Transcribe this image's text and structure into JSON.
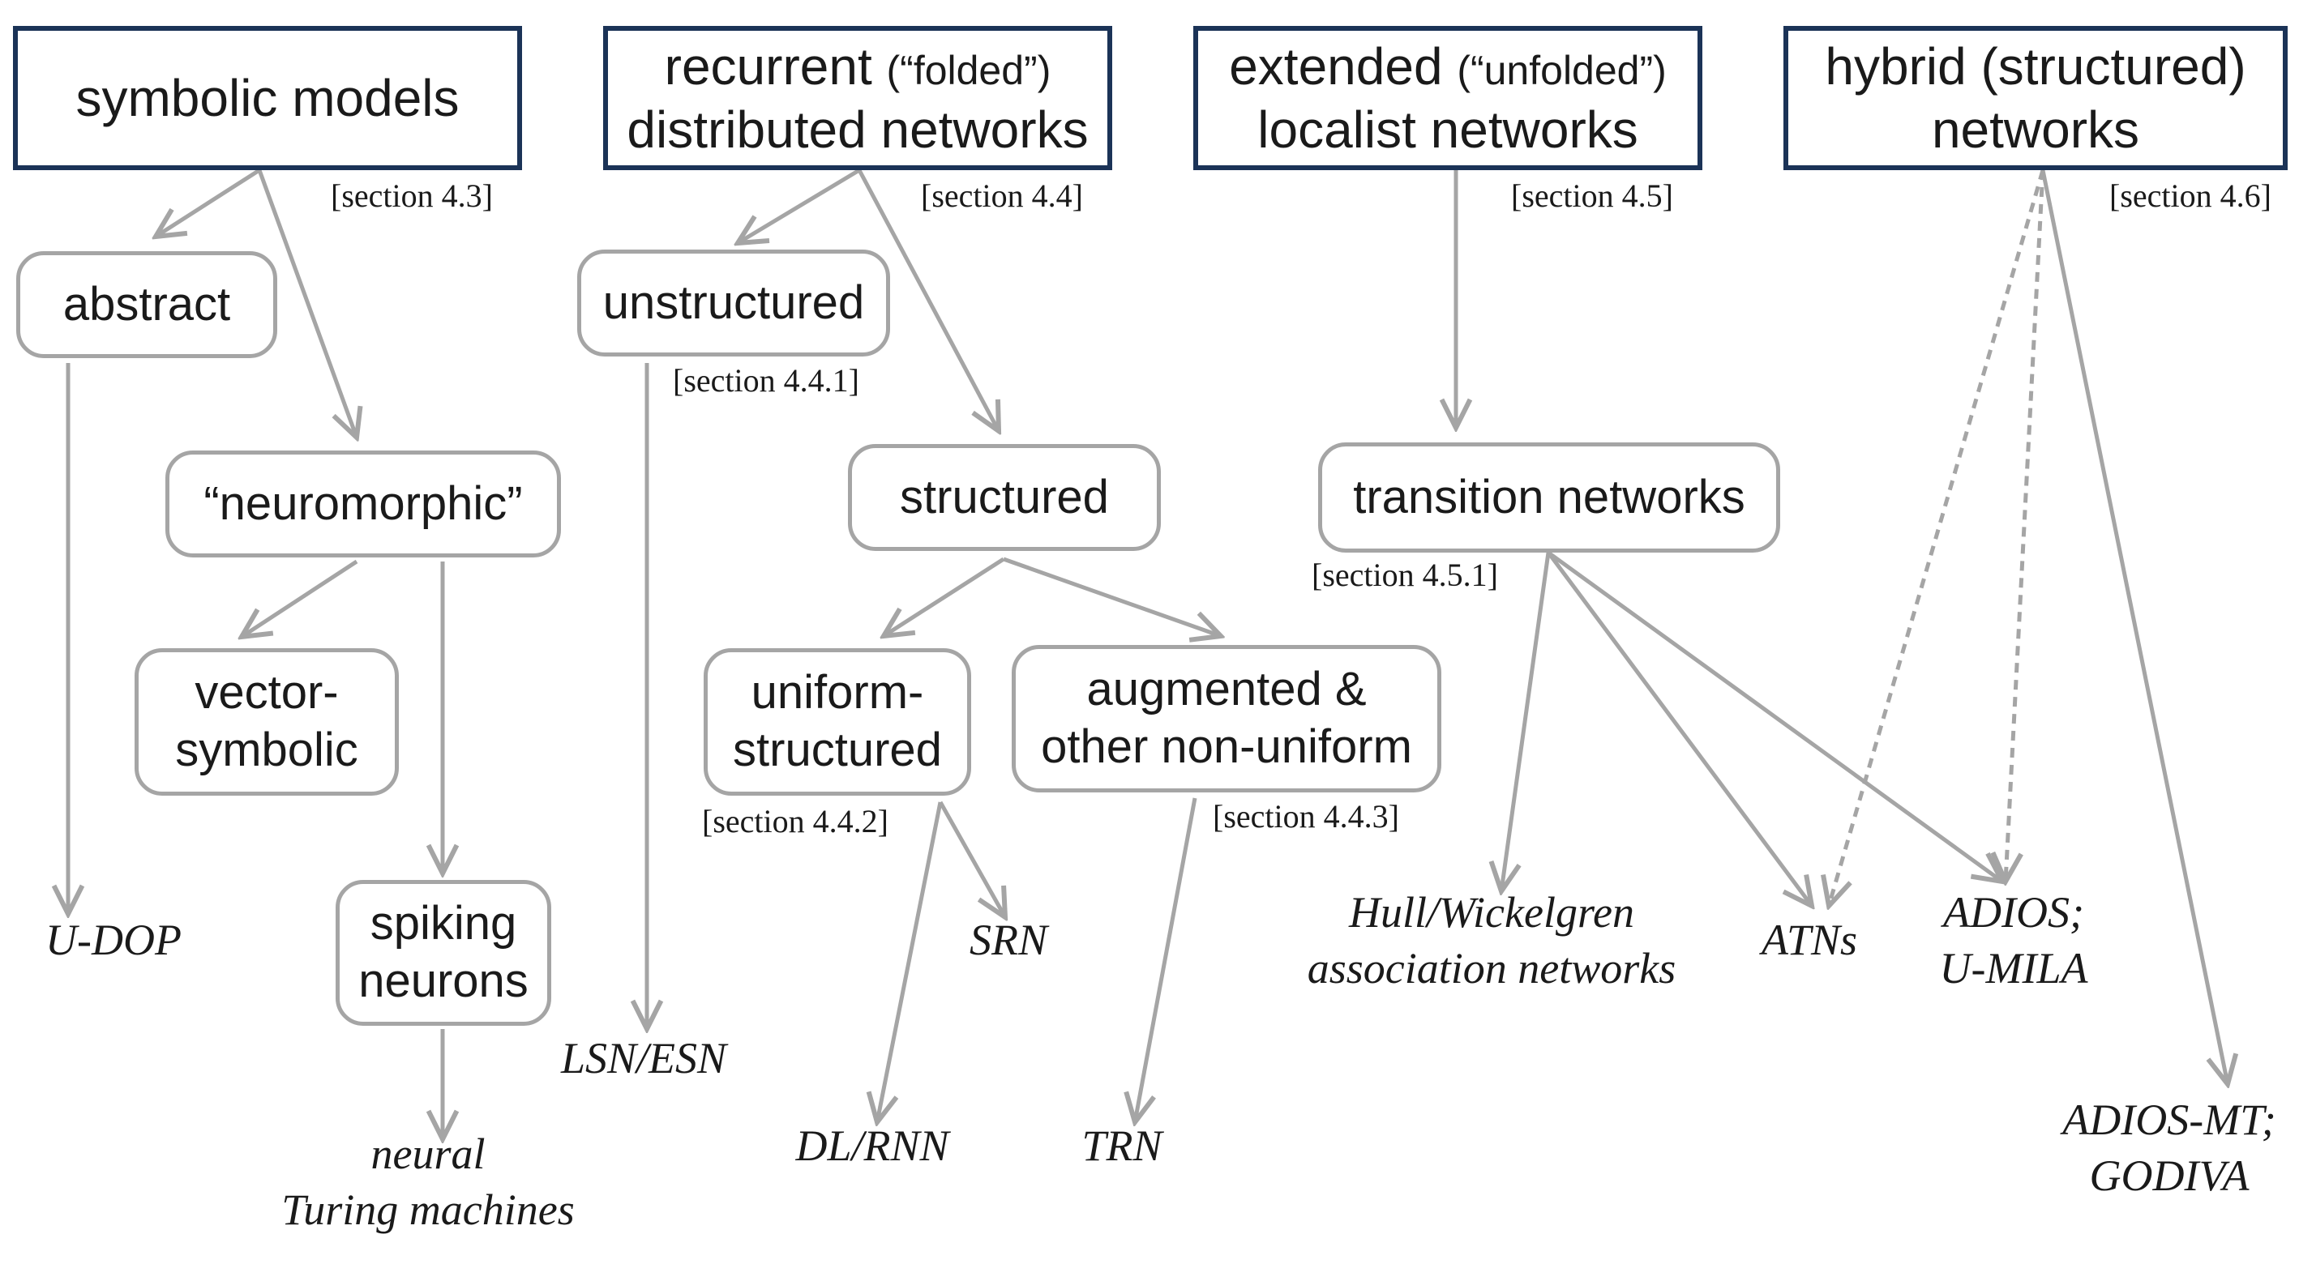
{
  "top_categories": {
    "symbolic": {
      "line1": "symbolic models",
      "section": "[section 4.3]"
    },
    "recurrent": {
      "line1_main": "recurrent",
      "line1_small": "(“folded”)",
      "line2": "distributed networks",
      "section": "[section 4.4]"
    },
    "extended": {
      "line1_main": "extended",
      "line1_small": "(“unfolded”)",
      "line2": "localist networks",
      "section": "[section 4.5]"
    },
    "hybrid": {
      "line1": "hybrid (structured)",
      "line2": "networks",
      "section": "[section 4.6]"
    }
  },
  "nodes": {
    "abstract": {
      "label": "abstract"
    },
    "neuromorphic": {
      "label": "“neuromorphic”"
    },
    "vector_symbolic": {
      "line1": "vector-",
      "line2": "symbolic"
    },
    "spiking_neurons": {
      "line1": "spiking",
      "line2": "neurons"
    },
    "unstructured": {
      "label": "unstructured",
      "section": "[section 4.4.1]"
    },
    "structured": {
      "label": "structured"
    },
    "uniform_structured": {
      "line1": "uniform-",
      "line2": "structured",
      "section": "[section 4.4.2]"
    },
    "augmented": {
      "line1": "augmented &",
      "line2": "other non-uniform",
      "section": "[section 4.4.3]"
    },
    "transition_networks": {
      "label": "transition networks",
      "section": "[section 4.5.1]"
    }
  },
  "leaves": {
    "u_dop": {
      "line1": "U-DOP"
    },
    "neural_turing": {
      "line1": "neural",
      "line2": "Turing machines"
    },
    "lsn_esn": {
      "line1": "LSN/ESN"
    },
    "srn": {
      "line1": "SRN"
    },
    "dl_rnn": {
      "line1": "DL/RNN"
    },
    "trn": {
      "line1": "TRN"
    },
    "hull_wickelgren": {
      "line1": "Hull/Wickelgren",
      "line2": "association networks"
    },
    "atns": {
      "line1": "ATNs"
    },
    "adios_umila": {
      "line1": "ADIOS;",
      "line2": "U-MILA"
    },
    "adios_mt": {
      "line1": "ADIOS-MT;",
      "line2": "GODIVA"
    }
  },
  "colors": {
    "box_border": "#1b3357",
    "node_border": "#a5a5a5",
    "arrow": "#a5a5a5",
    "text": "#1a1a1a"
  }
}
